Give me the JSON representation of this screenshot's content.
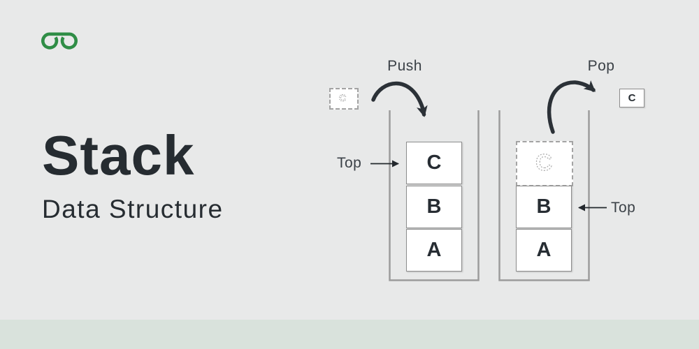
{
  "brand": {
    "name": "GeeksforGeeks",
    "accent_color": "#2f8d46"
  },
  "heading": {
    "title": "Stack",
    "subtitle": "Data Structure"
  },
  "push_diagram": {
    "operation_label": "Push",
    "incoming_item": "C",
    "pointer_label": "Top",
    "stack_items": [
      "C",
      "B",
      "A"
    ]
  },
  "pop_diagram": {
    "operation_label": "Pop",
    "popped_item": "C",
    "removed_item": "C",
    "pointer_label": "Top",
    "stack_items": [
      "B",
      "A"
    ]
  },
  "colors": {
    "background": "#e8e9e9",
    "footer_band": "#d9e2dc",
    "ink": "#2b3137",
    "wall_gray": "#9c9c9c",
    "box_border": "#8d8d8d"
  }
}
